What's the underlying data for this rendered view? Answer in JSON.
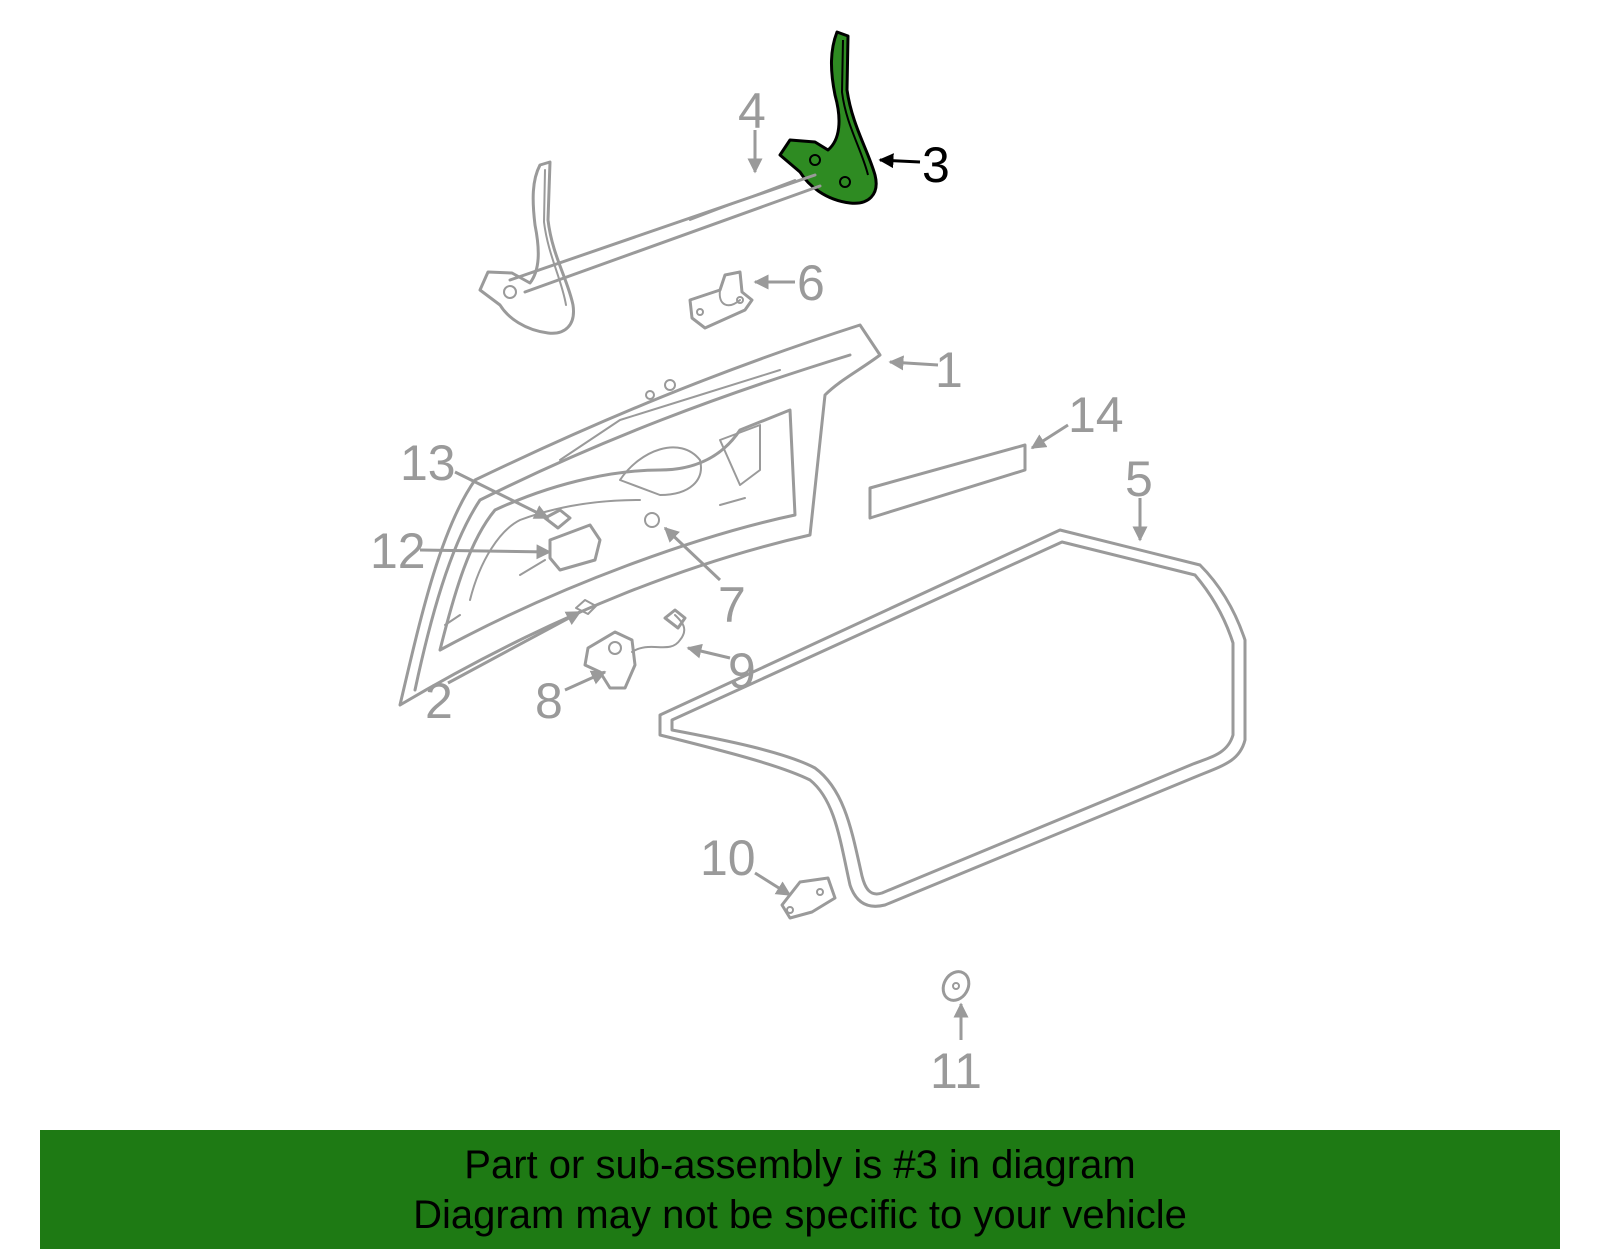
{
  "diagram": {
    "highlight_color": "#2e8b22",
    "parts": [
      {
        "id": "part-1",
        "label": "1"
      },
      {
        "id": "part-2",
        "label": "2"
      },
      {
        "id": "part-3",
        "label": "3",
        "highlighted": true
      },
      {
        "id": "part-4",
        "label": "4"
      },
      {
        "id": "part-5",
        "label": "5"
      },
      {
        "id": "part-6",
        "label": "6"
      },
      {
        "id": "part-7",
        "label": "7"
      },
      {
        "id": "part-8",
        "label": "8"
      },
      {
        "id": "part-9",
        "label": "9"
      },
      {
        "id": "part-10",
        "label": "10"
      },
      {
        "id": "part-11",
        "label": "11"
      },
      {
        "id": "part-12",
        "label": "12"
      },
      {
        "id": "part-13",
        "label": "13"
      },
      {
        "id": "part-14",
        "label": "14"
      }
    ]
  },
  "footer": {
    "background": "#1e7a14",
    "line1": "Part or sub-assembly is #3 in diagram",
    "line2": "Diagram may not be specific to your vehicle"
  }
}
